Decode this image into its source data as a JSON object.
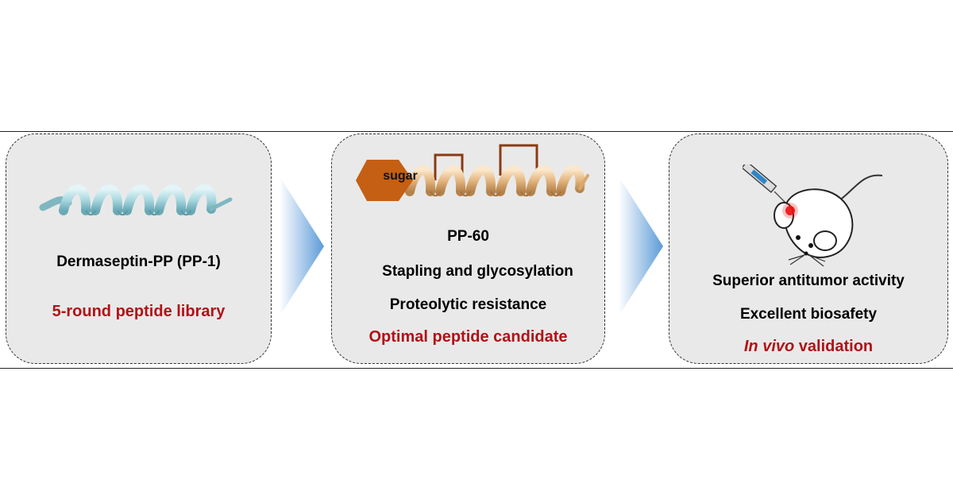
{
  "panels": [
    {
      "title": "Dermaseptin-PP (PP-1)",
      "highlight": "5-round peptide library",
      "icon": "cyan-helix-icon"
    },
    {
      "sugar_label": "sugar",
      "lines": [
        "PP-60",
        "Stapling and glycosylation",
        "Proteolytic resistance"
      ],
      "highlight": "Optimal peptide candidate",
      "icon": "stapled-glycosylated-helix-icon"
    },
    {
      "lines": [
        "Superior antitumor activity",
        "Excellent biosafety"
      ],
      "highlight_italic": "In vivo",
      "highlight_rest": " validation",
      "icon": "mouse-injection-icon"
    }
  ],
  "colors": {
    "accent_red": "#b01217",
    "helix_cyan": "#a9d8e0",
    "helix_tan": "#e3b57e",
    "sugar_orange": "#c45f14",
    "staple_brown": "#8b3a12",
    "arrow_blue": "#5c9bd8",
    "panel_bg": "#e9e9e9"
  }
}
